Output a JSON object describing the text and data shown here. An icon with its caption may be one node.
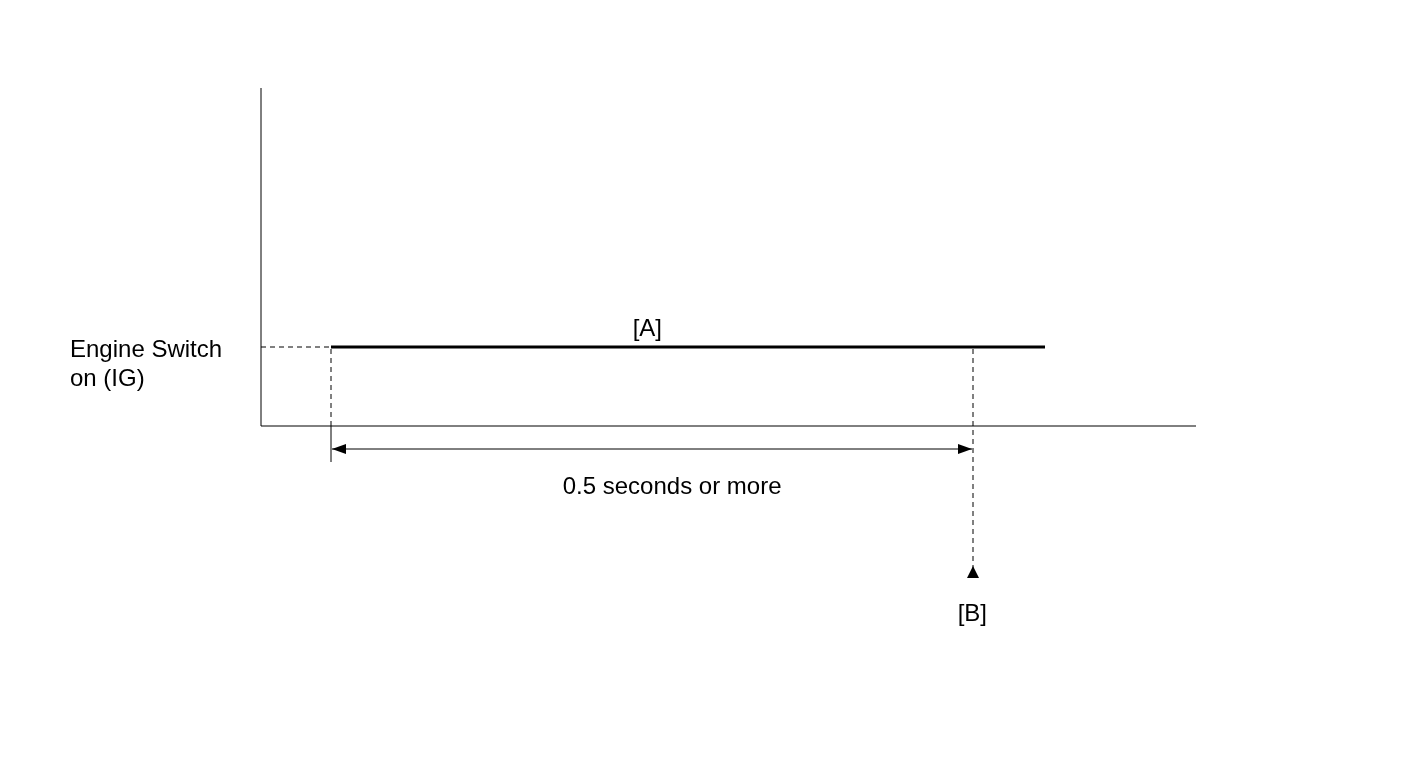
{
  "diagram": {
    "labels": [
      "[A]",
      "Engine Switch on (IG)",
      "0.5 seconds or more",
      "[B]"
    ]
  }
}
